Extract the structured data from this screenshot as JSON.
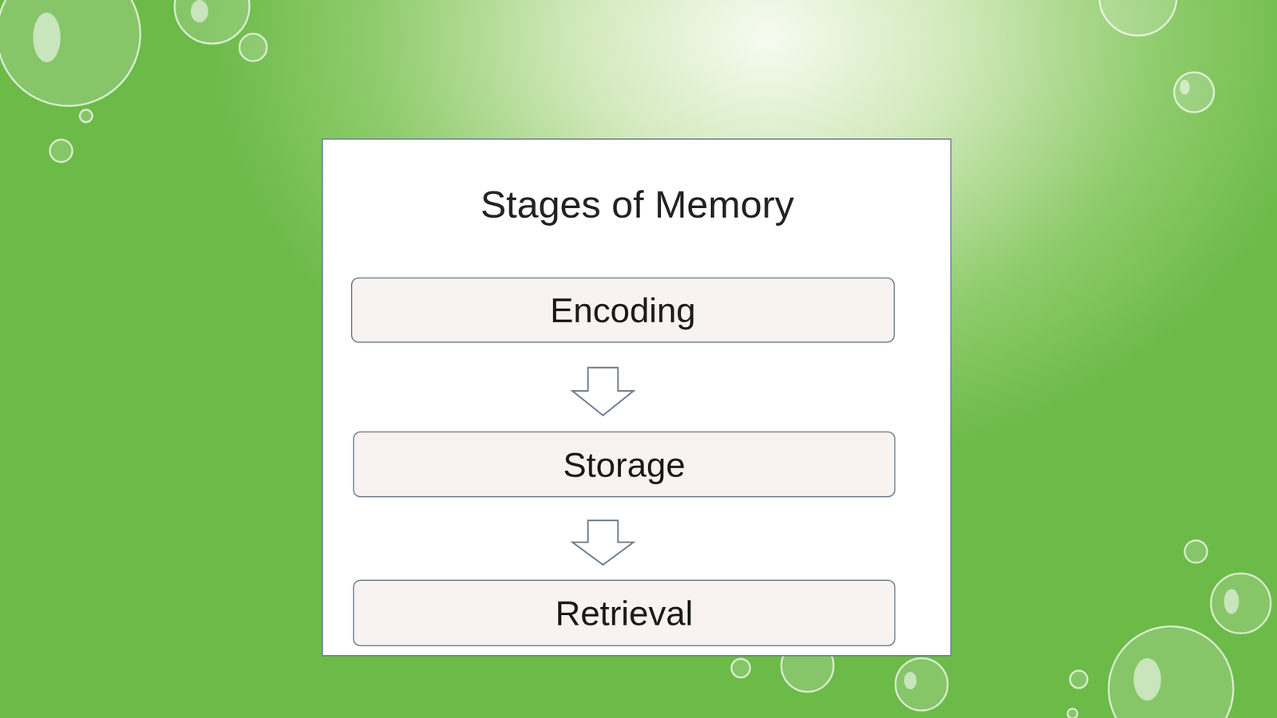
{
  "diagram": {
    "title": "Stages of Memory",
    "nodes": [
      {
        "text": [
          "Encoding"
        ]
      },
      {
        "text": [
          "Storage"
        ]
      },
      {
        "text": [
          "Retrieval"
        ]
      }
    ],
    "edges": [
      {
        "from": 0,
        "to": 1,
        "arrow": "to"
      },
      {
        "from": 1,
        "to": 2,
        "arrow": "to"
      }
    ]
  }
}
